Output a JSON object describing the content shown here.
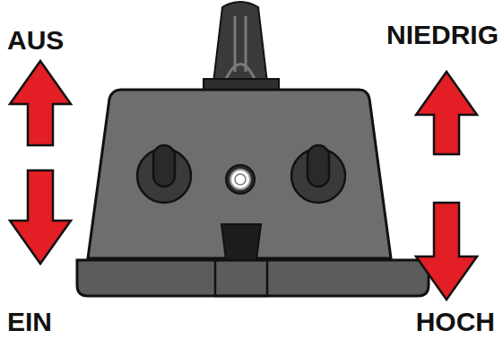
{
  "diagram": {
    "labels": [
      "AUS",
      "NIEDRIG",
      "EIN",
      "HOCH"
    ]
  }
}
